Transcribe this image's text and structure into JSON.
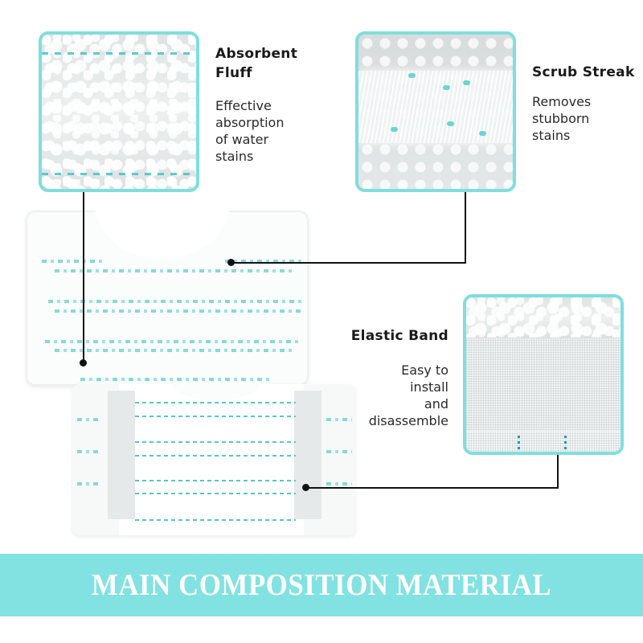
{
  "features": [
    {
      "id": "absorbent-fluff",
      "title_lines": [
        "Absorbent",
        "Fluff"
      ],
      "desc_lines": [
        "Effective",
        "absorption",
        "of water",
        "stains"
      ]
    },
    {
      "id": "scrub-streak",
      "title_lines": [
        "Scrub Streak"
      ],
      "desc_lines": [
        "Removes",
        "stubborn",
        "stains"
      ]
    },
    {
      "id": "elastic-band",
      "title_lines": [
        "Elastic Band"
      ],
      "desc_lines": [
        "Easy to",
        "install",
        "and",
        "disassemble"
      ]
    }
  ],
  "banner": {
    "text": "MAIN COMPOSITION MATERIAL"
  },
  "colors": {
    "accent": "#82e2e2",
    "frame": "#7fdede",
    "stitch": "#3cc6c8",
    "text": "#1a1a1a",
    "leader_line": "#111111",
    "banner_text": "#ffffff"
  }
}
